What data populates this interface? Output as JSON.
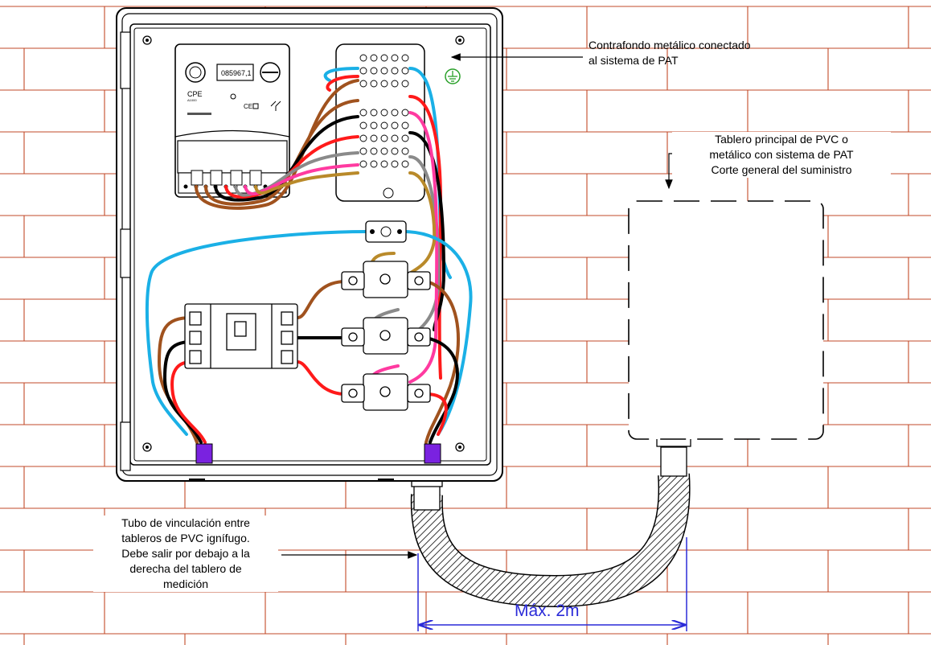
{
  "annotations": {
    "contrafondo": "Contrafondo metálico conectado\nal sistema de PAT",
    "tablero_principal": "Tablero principal de PVC o\nmetálico con sistema de PAT\nCorte general del suministro",
    "tubo": "Tubo de vinculación entre\ntableros de PVC ignífugo.\nDebe salir por debajo a la\nderecha del tablero de\nmedición",
    "dimension": "Máx. 2m"
  },
  "meter": {
    "reading": "085967,1",
    "brand": "CPE",
    "model": "A1000",
    "marks": "CE"
  },
  "colors": {
    "brick": "#c24a28",
    "cable_blue": "#1ab0e6",
    "cable_red": "#ff1a1a",
    "cable_brown": "#a0521e",
    "cable_black": "#000000",
    "cable_pink": "#ff3aa0",
    "cable_gray": "#8a8a8a",
    "cable_tan": "#b98a2a",
    "gland_purple": "#7a22e0",
    "dimension": "#2a2ad8",
    "ground_green": "#2aa02a"
  }
}
